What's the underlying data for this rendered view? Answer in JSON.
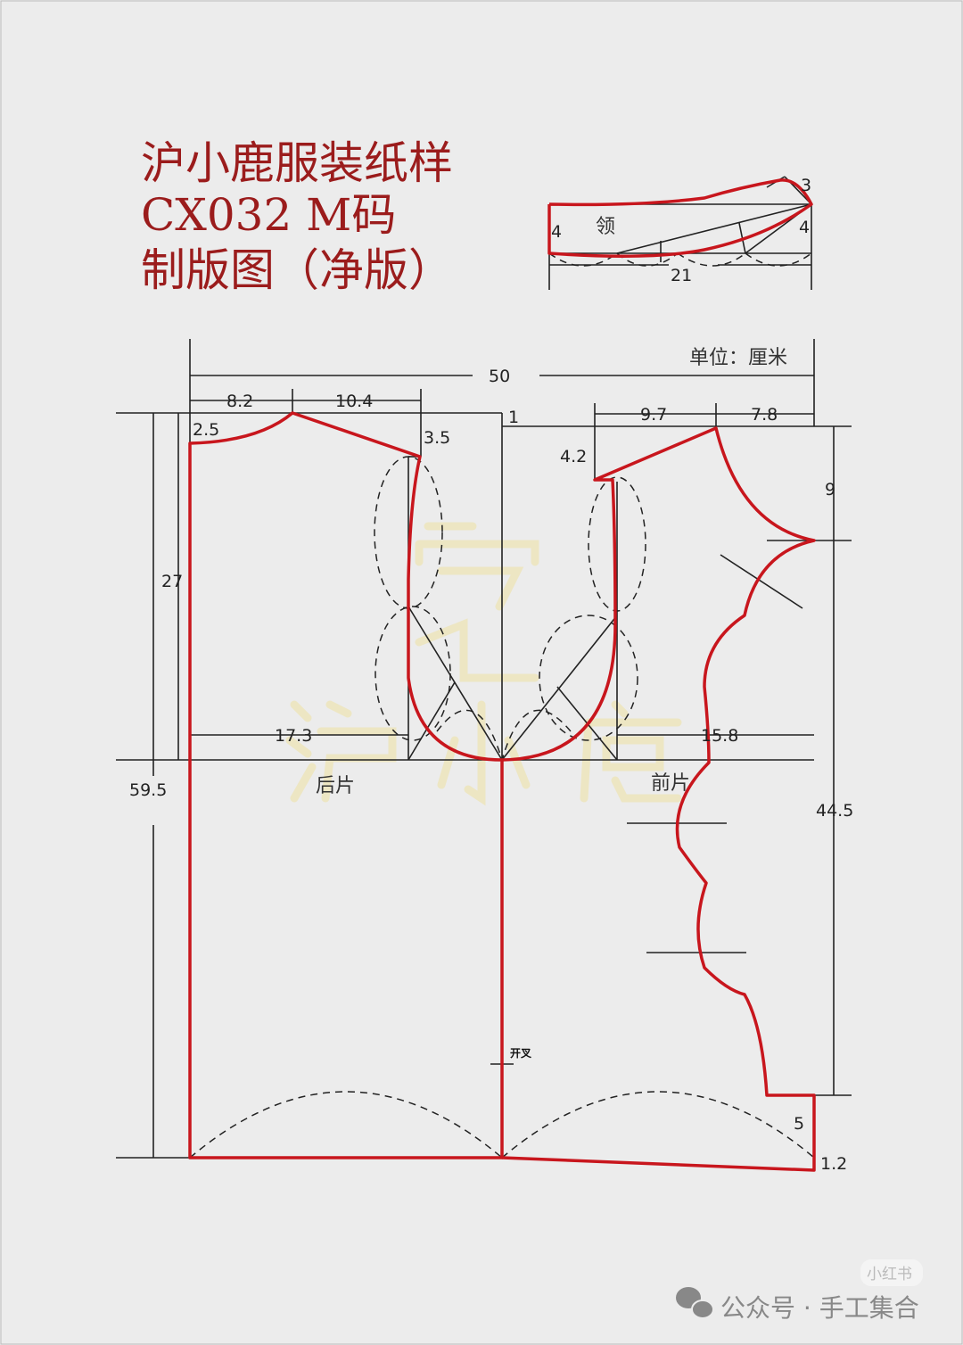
{
  "title": {
    "line1": "沪小鹿服装纸样",
    "line2": "CX032 M码",
    "line3": "制版图（净版）"
  },
  "collar": {
    "label": "领",
    "dims": {
      "left_height": "4",
      "right_height": "4",
      "tip": "3",
      "length": "21"
    }
  },
  "unit_label": "单位：厘米",
  "dims": {
    "total_width": "50",
    "back_neck_width": "8.2",
    "back_shoulder": "10.4",
    "back_neck_depth": "2.5",
    "back_shoulder_drop": "3.5",
    "center_gap": "1",
    "front_neck_depth": "4.2",
    "front_shoulder": "9.7",
    "front_neck_width": "7.8",
    "front_neck_drop": "9",
    "armhole_depth": "27",
    "back_bust": "17.3",
    "front_bust": "15.8",
    "total_length": "59.5",
    "front_length": "44.5",
    "hem_curve": "5",
    "hem_drop": "1.2"
  },
  "labels": {
    "back_piece": "后片",
    "front_piece": "前片",
    "slit": "开叉",
    "watermark": "沪小鹿"
  },
  "footer": {
    "account": "公众号 · 手工集合",
    "badge": "小红书",
    "icon": "wechat-icon"
  },
  "colors": {
    "pattern": "#c8161d",
    "title": "#9b1c1c",
    "background": "#ececec"
  }
}
